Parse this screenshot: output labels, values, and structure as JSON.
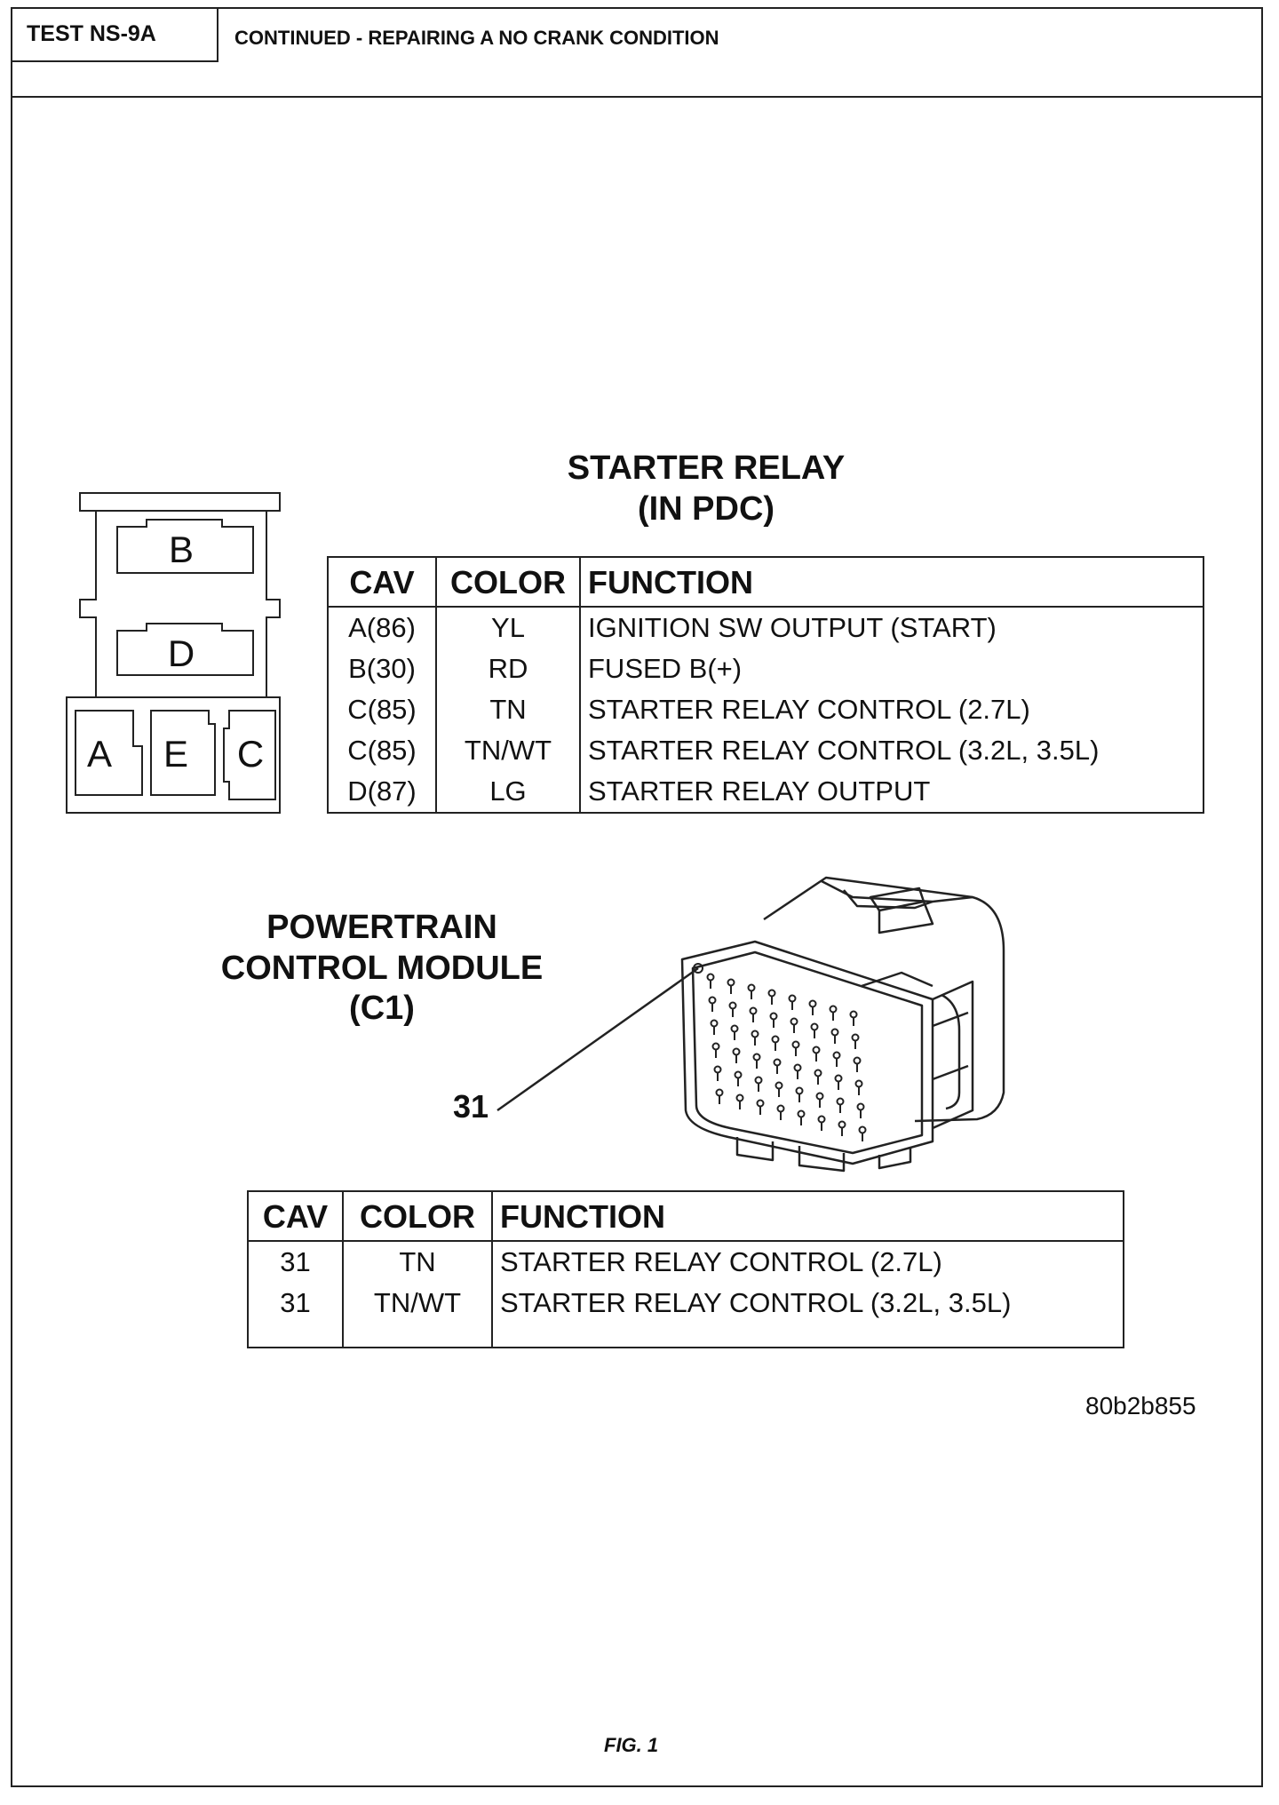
{
  "header": {
    "test_label": "TEST NS-9A",
    "section_title": "CONTINUED - REPAIRING A NO CRANK CONDITION"
  },
  "starter_relay": {
    "title_line1": "STARTER RELAY",
    "title_line2": "(IN PDC)",
    "connector_cavities": [
      "B",
      "D",
      "A",
      "E",
      "C"
    ],
    "table": {
      "headers": [
        "CAV",
        "COLOR",
        "FUNCTION"
      ],
      "rows": [
        {
          "cav": "A(86)",
          "color": "YL",
          "function": "IGNITION SW OUTPUT (START)"
        },
        {
          "cav": "B(30)",
          "color": "RD",
          "function": "FUSED B(+)"
        },
        {
          "cav": "C(85)",
          "color": "TN",
          "function": "STARTER RELAY CONTROL (2.7L)"
        },
        {
          "cav": "C(85)",
          "color": "TN/WT",
          "function": "STARTER RELAY CONTROL (3.2L, 3.5L)"
        },
        {
          "cav": "D(87)",
          "color": "LG",
          "function": "STARTER RELAY OUTPUT"
        }
      ]
    }
  },
  "pcm": {
    "title_line1": "POWERTRAIN",
    "title_line2": "CONTROL MODULE",
    "title_line3": "(C1)",
    "callout": "31",
    "table": {
      "headers": [
        "CAV",
        "COLOR",
        "FUNCTION"
      ],
      "rows": [
        {
          "cav": "31",
          "color": "TN",
          "function": "STARTER RELAY CONTROL (2.7L)"
        },
        {
          "cav": "31",
          "color": "TN/WT",
          "function": "STARTER RELAY CONTROL (3.2L, 3.5L)"
        }
      ]
    }
  },
  "figure_id": "80b2b855",
  "figure_caption": "FIG. 1"
}
